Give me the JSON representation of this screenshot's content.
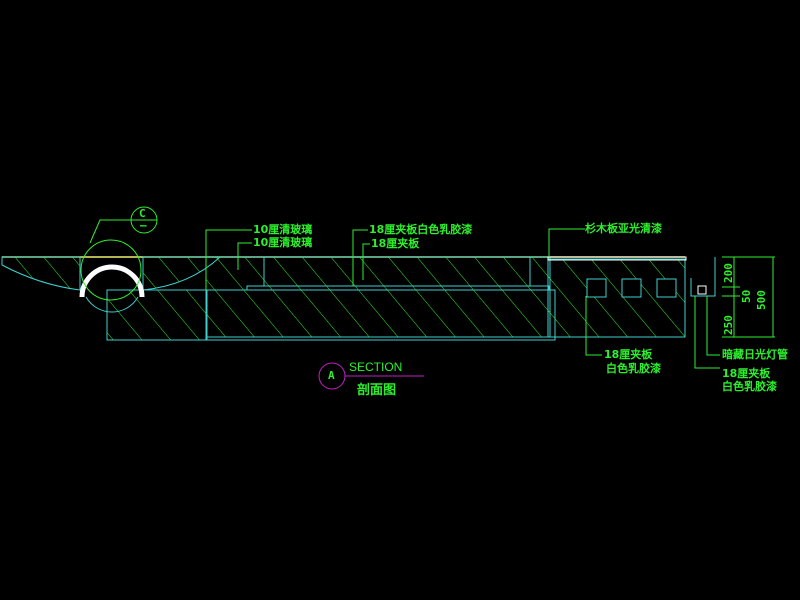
{
  "drawing": {
    "background": "#000000",
    "colors": {
      "outline": "#40d0d0",
      "hatch": "#2cf02c",
      "leader": "#2cf02c",
      "top_line": "#f0f070",
      "section_mark": "#c020c0"
    },
    "detail_callout": {
      "letter": "C",
      "sub": "–"
    },
    "section": {
      "letter": "A",
      "title": "SECTION",
      "subtitle": "剖面图"
    },
    "labels": {
      "glass1": "10厘清玻璃",
      "glass2": "10厘清玻璃",
      "plywood_white": "18厘夹板白色乳胶漆",
      "plywood": "18厘夹板",
      "fir_board": "杉木板亚光清漆",
      "plywood_white_lower_1": "18厘夹板",
      "plywood_white_lower_2": "白色乳胶漆",
      "hidden_light": "暗藏日光灯管",
      "plywood_right_1": "18厘夹板",
      "plywood_right_2": "白色乳胶漆"
    },
    "dimensions": {
      "d200": "200",
      "d50": "50",
      "d250": "250",
      "d500": "500"
    }
  }
}
